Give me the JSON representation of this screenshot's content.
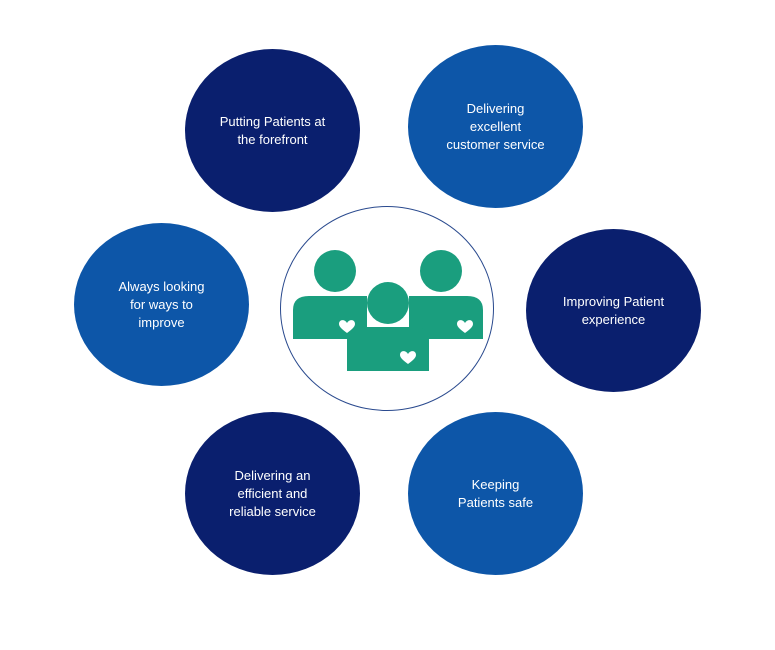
{
  "diagram": {
    "values": [
      {
        "id": "circle-patients-forefront",
        "name": "value-circle-patients-forefront",
        "label": "Putting Patients at\nthe forefront",
        "color": "#0a1f6e"
      },
      {
        "id": "circle-customer-service",
        "name": "value-circle-customer-service",
        "label": "Delivering\nexcellent\ncustomer service",
        "color": "#0d56a8"
      },
      {
        "id": "circle-improve",
        "name": "value-circle-improve",
        "label": "Always looking\nfor ways to\nimprove",
        "color": "#0d56a8"
      },
      {
        "id": "circle-patient-experience",
        "name": "value-circle-patient-experience",
        "label": "Improving Patient\nexperience",
        "color": "#0a1f6e"
      },
      {
        "id": "circle-efficient-service",
        "name": "value-circle-efficient-service",
        "label": "Delivering an\nefficient and\nreliable service",
        "color": "#0a1f6e"
      },
      {
        "id": "circle-patients-safe",
        "name": "value-circle-patients-safe",
        "label": "Keeping\nPatients safe",
        "color": "#0d56a8"
      }
    ],
    "center": {
      "icon": "people-heart-icon",
      "icon_color": "#1a9e7e",
      "border_color": "#2a4a8e"
    }
  }
}
